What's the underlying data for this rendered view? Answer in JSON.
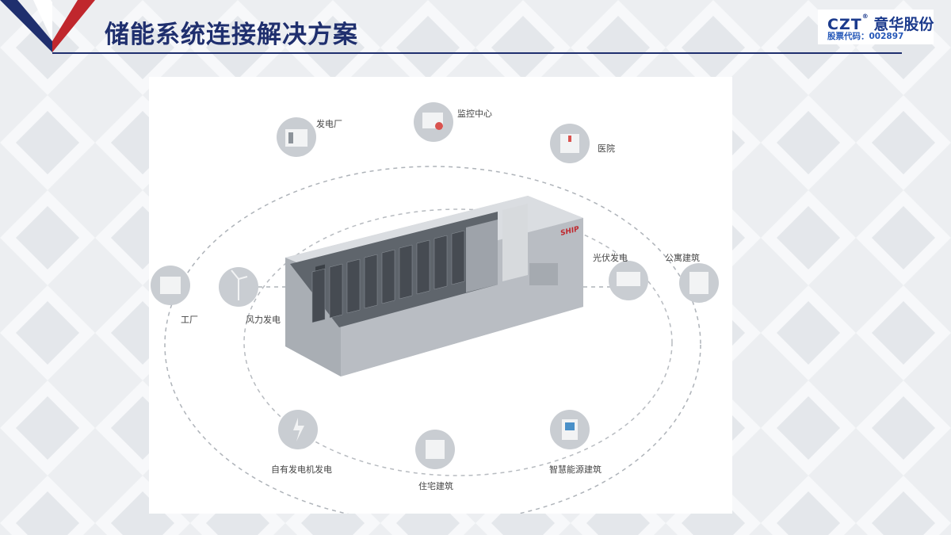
{
  "header": {
    "title": "储能系统连接解决方案",
    "logo_latin": "CZT",
    "logo_chinese": "意华股份",
    "stock_code": "股票代码：002897"
  },
  "diagram": {
    "container_brand": "SHIP",
    "nodes": {
      "power_plant": "发电厂",
      "monitoring_center": "监控中心",
      "hospital": "医院",
      "factory": "工厂",
      "wind_power": "风力发电",
      "photovoltaic": "光伏发电",
      "apartment": "公寓建筑",
      "self_generator": "自有发电机发电",
      "residential": "住宅建筑",
      "smart_energy_building": "智慧能源建筑"
    }
  },
  "colors": {
    "brand_navy": "#1f2f6e",
    "accent_red": "#c0272d",
    "logo_blue": "#1b3a8c"
  }
}
